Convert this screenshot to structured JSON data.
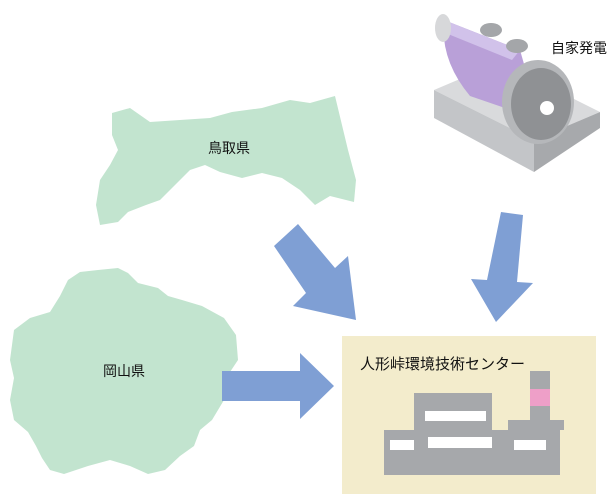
{
  "labels": {
    "tottori": "鳥取県",
    "okayama": "岡山県",
    "generator": "自家発電",
    "center": "人形峠環境技術センター"
  },
  "colors": {
    "region_fill": "#c2e4cf",
    "arrow": "#7f9fd4",
    "center_bg": "#f3eccc",
    "building": "#a6a8ab",
    "chimney_accent": "#ee9fc8",
    "generator_body": "#b9a0d8",
    "generator_base": "#b4b6b9"
  },
  "icons": {
    "generator": "generator-icon",
    "building": "factory-building-icon"
  }
}
